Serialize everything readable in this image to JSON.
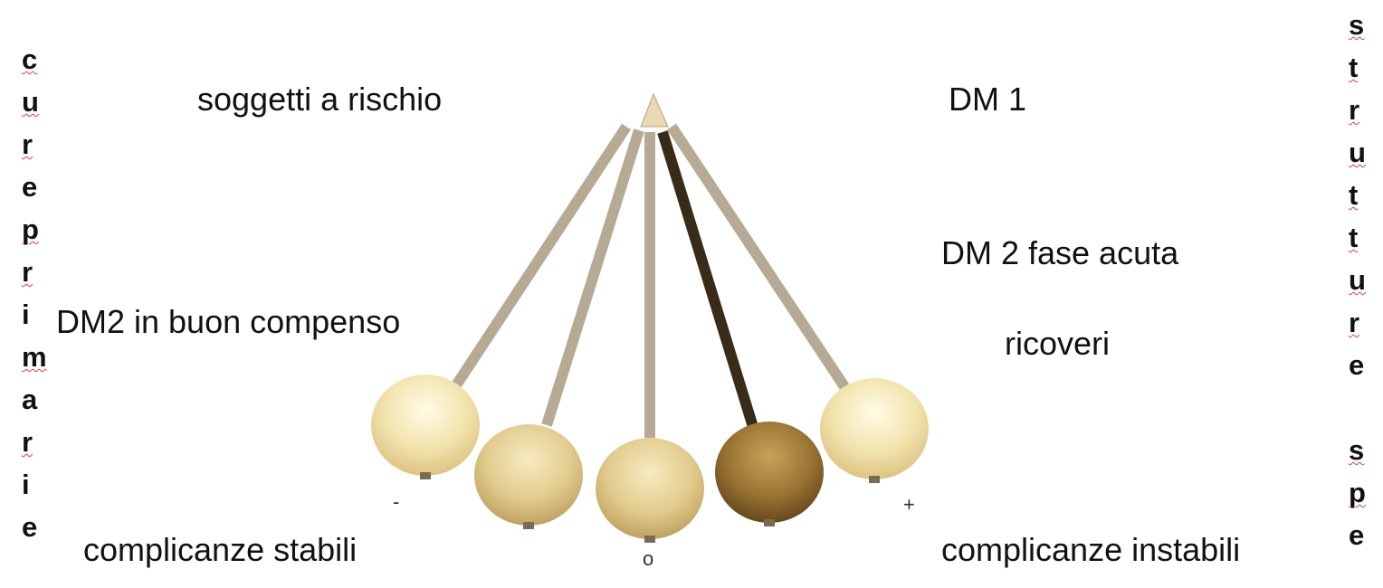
{
  "labels": {
    "top_left": "soggetti a rischio",
    "top_right": "DM 1",
    "mid_right": "DM 2 fase acuta",
    "mid_left": "DM2 in buon compenso",
    "ricoveri": "ricoveri",
    "bottom_left": "complicanze stabili",
    "bottom_right": "complicanze instabili"
  },
  "left_column": {
    "letters": [
      "c",
      "u",
      "r",
      "e",
      "p",
      "r",
      "i",
      "m",
      "a",
      "r",
      "i",
      "e"
    ],
    "squiggle": [
      true,
      true,
      true,
      false,
      true,
      true,
      false,
      true,
      false,
      true,
      false,
      false
    ]
  },
  "right_column": {
    "letters": [
      "s",
      "t",
      "r",
      "u",
      "t",
      "t",
      "u",
      "r",
      "e",
      "",
      "s",
      "p",
      "e"
    ],
    "squiggle": [
      true,
      true,
      true,
      true,
      true,
      true,
      true,
      true,
      false,
      false,
      true,
      true,
      false
    ]
  },
  "pendulum": {
    "signs": {
      "minus": "-",
      "zero": "o",
      "plus": "+"
    },
    "colors": {
      "ball_light": "#f6e7b3",
      "ball_mid": "#e9d49a",
      "ball_dark": "#8a6a2a",
      "rod": "#b7aa95",
      "rod_dark": "#3a2a18"
    }
  }
}
